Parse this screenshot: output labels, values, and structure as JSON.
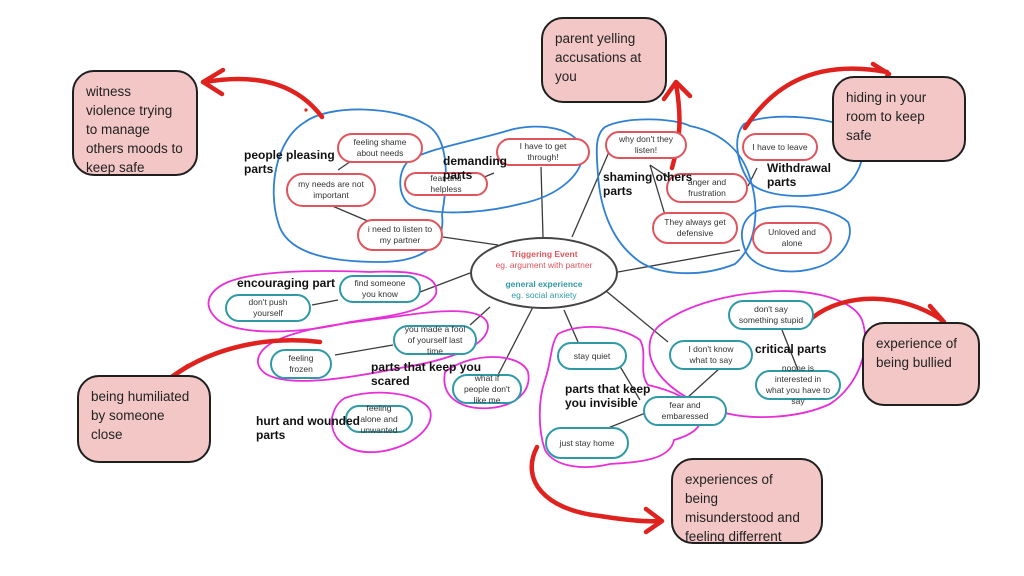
{
  "center": {
    "trigger_title": "Triggering Event",
    "trigger_example": "eg. argument with partner",
    "general_title": "general experience",
    "general_example": "eg. social anxiety"
  },
  "groups": {
    "people_pleasing": "people pleasing parts",
    "demanding": "demanding parts",
    "shaming": "shaming others parts",
    "withdrawal": "Withdrawal parts",
    "encouraging": "encouraging part",
    "keep_scared": "parts that keep you scared",
    "hurt": "hurt and wounded parts",
    "invisible": "parts that keep you invisible",
    "critical": "critical parts"
  },
  "nodes": {
    "shame_needs": "feeling shame about needs",
    "needs_not_important": "my needs are not important",
    "listen_partner": "i need to listen to my partner",
    "fear_helpless": "fear and helpless",
    "get_through": "I have to get through!",
    "why_listen": "why don't they listen!",
    "anger_frustration": "anger and frustration",
    "always_defensive": "They always get defensive",
    "have_to_leave": "I have to leave",
    "unloved_alone": "Unloved and alone",
    "find_someone": "find someone you know",
    "dont_push": "don't push yourself",
    "fool_last_time": "you made a fool of yourself last time",
    "feeling_frozen": "feeling frozen",
    "what_if_people": "what if people don't like me",
    "feeling_alone": "feeling alone and unwanted",
    "stay_quiet": "stay quiet",
    "fear_embarassed": "fear and embaressed",
    "just_stay_home": "just stay home",
    "dont_know_say": "I don't know what to say",
    "dont_say_stupid": "don't say something stupid",
    "noone_interested": "noone is interested in what you have to say"
  },
  "cards": {
    "witness": "witness violence trying to manage others moods to keep safe",
    "parent_yelling": "parent yelling accusations at you",
    "hiding": "hiding in your room to keep safe",
    "bullied": "experience of being bullied",
    "humiliated": "being humiliated by someone close",
    "misunderstood": "experiences of being misunderstood and feeling differrent"
  },
  "colors": {
    "trigger_red": "#e0555d",
    "general_teal": "#2f9aa6",
    "outline_blue": "#2f7fd3",
    "outline_magenta": "#e62fd8",
    "arrow_red": "#e0221e",
    "card_fill": "#f4c7c7"
  }
}
